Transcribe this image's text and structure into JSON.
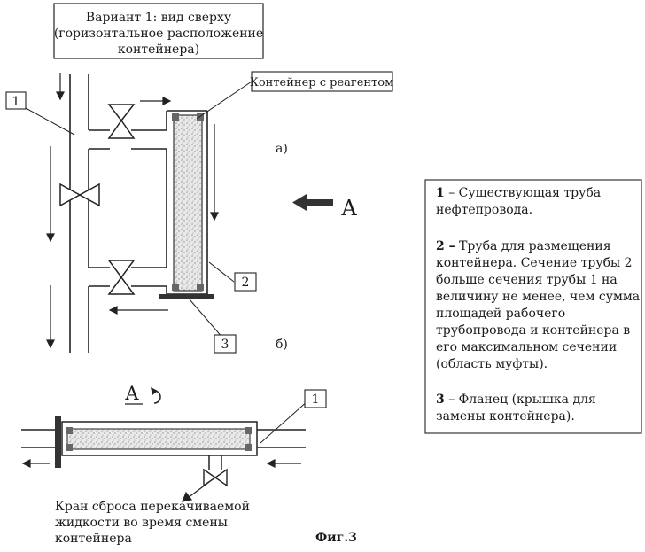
{
  "title": {
    "line1": "Вариант 1: вид сверху",
    "line2": "(горизонтальное расположение",
    "line3": "контейнера)"
  },
  "labels": {
    "container": "Контейнер с реагентом",
    "tag1_top": "1",
    "tag2": "2",
    "tag3": "3",
    "tag1_bottom": "1",
    "view_a_label": "а)",
    "view_b_label": "б)",
    "arrow_a_letter": "А",
    "view_a_marker": "А",
    "figure_caption": "Фиг.3"
  },
  "drain_note": {
    "line1": "Кран сброса перекачиваемой",
    "line2": "жидкости во время смены",
    "line3": "контейнера"
  },
  "legend": {
    "item1": {
      "num": "1",
      "text1": " – Существующая труба",
      "text2": "нефтепровода."
    },
    "item2": {
      "num": "2 –",
      "lines": [
        " Труба для размещения",
        "контейнера. Сечение трубы 2",
        "больше сечения трубы 1 на",
        "величину не менее, чем сумма",
        "площадей рабочего",
        "трубопровода и контейнера в",
        "его максимальном сечении",
        "(область муфты)."
      ]
    },
    "item3": {
      "num": "3",
      "text1": " – Фланец (крышка для",
      "text2": "замены контейнера)."
    }
  }
}
